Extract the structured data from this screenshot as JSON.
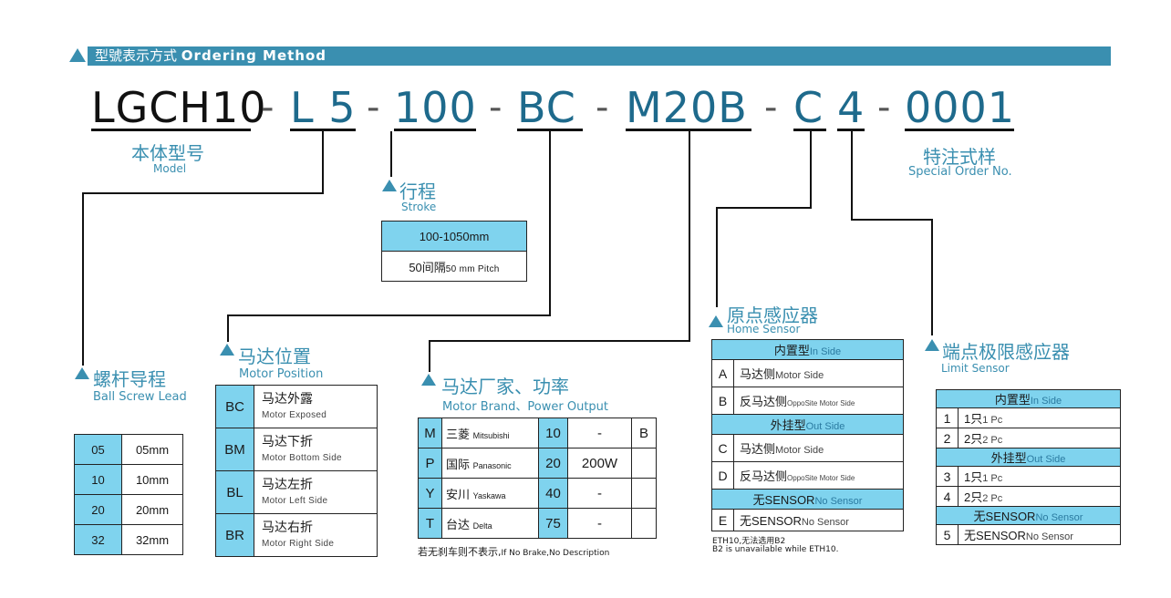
{
  "header": {
    "title_cn": "型號表示方式",
    "title_en": "Ordering Method"
  },
  "code": {
    "model": "LGCH10",
    "lead": "L 5",
    "stroke": "100",
    "position": "BC",
    "motor": "M20B",
    "home": "C",
    "limit": "4",
    "special": "0001",
    "dash": "-"
  },
  "labels": {
    "model": {
      "cn": "本体型号",
      "en": "Model"
    },
    "special": {
      "cn": "特注式样",
      "en": "Special Order No."
    },
    "stroke": {
      "cn": "行程",
      "en": "Stroke"
    },
    "lead": {
      "cn": "螺杆导程",
      "en": "Ball Screw Lead"
    },
    "position": {
      "cn": "马达位置",
      "en": "Motor Position"
    },
    "motor": {
      "cn": "马达厂家、功率",
      "en": "Motor Brand、Power Output"
    },
    "home": {
      "cn": "原点感应器",
      "en": "Home Sensor"
    },
    "limit": {
      "cn": "端点极限感应器",
      "en": "Limit Sensor"
    }
  },
  "stroke_table": {
    "range": "100-1050mm",
    "pitch_cn": "50间隔",
    "pitch_en": "50 mm Pitch"
  },
  "lead_table": [
    {
      "code": "05",
      "value": "05mm"
    },
    {
      "code": "10",
      "value": "10mm"
    },
    {
      "code": "20",
      "value": "20mm"
    },
    {
      "code": "32",
      "value": "32mm"
    }
  ],
  "position_table": [
    {
      "code": "BC",
      "cn": "马达外露",
      "en": "Motor Exposed"
    },
    {
      "code": "BM",
      "cn": "马达下折",
      "en": "Motor Bottom Side"
    },
    {
      "code": "BL",
      "cn": "马达左折",
      "en": "Motor Left Side"
    },
    {
      "code": "BR",
      "cn": "马达右折",
      "en": "Motor Right Side"
    }
  ],
  "motor_table": [
    {
      "code": "M",
      "cn": "三菱",
      "en": "Mitsubishi",
      "pcode": "10",
      "power": "-",
      "brake": "B"
    },
    {
      "code": "P",
      "cn": "国际",
      "en": "Panasonic",
      "pcode": "20",
      "power": "200W",
      "brake": ""
    },
    {
      "code": "Y",
      "cn": "安川",
      "en": "Yaskawa",
      "pcode": "40",
      "power": "-",
      "brake": ""
    },
    {
      "code": "T",
      "cn": "台达",
      "en": "Delta",
      "pcode": "75",
      "power": "-",
      "brake": ""
    }
  ],
  "motor_note": {
    "cn": "若无刹车则不表示,",
    "en": "If No Brake,No Description"
  },
  "home_table": {
    "in_cn": "内置型",
    "in_en": "In Side",
    "rows_in": [
      {
        "code": "A",
        "cn": "马达侧",
        "en": "Motor Side"
      },
      {
        "code": "B",
        "cn": "反马达侧",
        "en": "OppoSite  Motor Side"
      }
    ],
    "out_cn": "外挂型",
    "out_en": "Out Side",
    "rows_out": [
      {
        "code": "C",
        "cn": "马达侧",
        "en": "Motor Side"
      },
      {
        "code": "D",
        "cn": "反马达侧",
        "en": "OppoSite Motor Side"
      }
    ],
    "none_cn": "无SENSOR",
    "none_en": "No Sensor",
    "rows_none": [
      {
        "code": "E",
        "cn": "无SENSOR",
        "en": "No Sensor"
      }
    ]
  },
  "home_note": {
    "line1": "ETH10,无法选用B2",
    "line2": "B2 is unavailable while ETH10."
  },
  "limit_table": {
    "in_cn": "内置型",
    "in_en": "In Side",
    "rows_in": [
      {
        "code": "1",
        "cn": "1只",
        "en": "1 Pc"
      },
      {
        "code": "2",
        "cn": "2只",
        "en": "2 Pc"
      }
    ],
    "out_cn": "外挂型",
    "out_en": "Out Side",
    "rows_out": [
      {
        "code": "3",
        "cn": "1只",
        "en": "1 Pc"
      },
      {
        "code": "4",
        "cn": "2只",
        "en": "2 Pc"
      }
    ],
    "none_cn": "无SENSOR",
    "none_en": "No Sensor",
    "rows_none": [
      {
        "code": "5",
        "cn": "无SENSOR",
        "en": "No Sensor"
      }
    ]
  },
  "colors": {
    "accent": "#3a8fb0",
    "cell": "#7fd3ee",
    "code_blue": "#1e6a8c"
  }
}
